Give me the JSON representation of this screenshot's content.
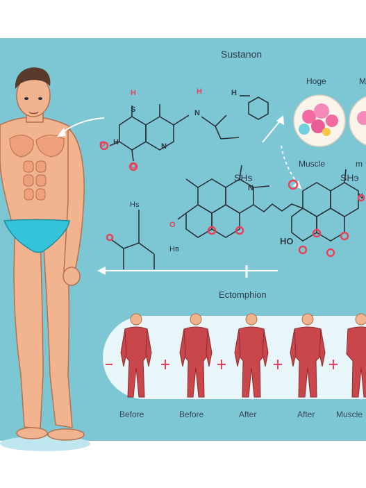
{
  "title": "Sustanon",
  "section_label": "Ectomphion",
  "top_labels": {
    "hoge": "Hoge",
    "m": "M",
    "muscle": "Muscle",
    "m2": "m"
  },
  "chem": {
    "h_top1": "H",
    "h_top2": "H",
    "s": "S",
    "n1": "N",
    "n2": "N",
    "oh": "O",
    "h_mid": "H",
    "o_low": "O",
    "h3": "H",
    "sh_a": "SHs",
    "sh_b": "SHэ",
    "hs": "Hs",
    "ho": "HO",
    "hb": "Hв",
    "n3": "N",
    "n4": "N",
    "o_left": "O"
  },
  "steps": [
    {
      "caption": "Before"
    },
    {
      "caption": "Before"
    },
    {
      "caption": "After"
    },
    {
      "caption": "After"
    },
    {
      "caption": "Muscle"
    }
  ],
  "colors": {
    "panel": "#7cc7d3",
    "red_atom": "#e8425a",
    "bond": "#2b2f36",
    "muscle": "#c9464b",
    "skin": "#f2b38f",
    "trunks": "#34c3d8"
  }
}
